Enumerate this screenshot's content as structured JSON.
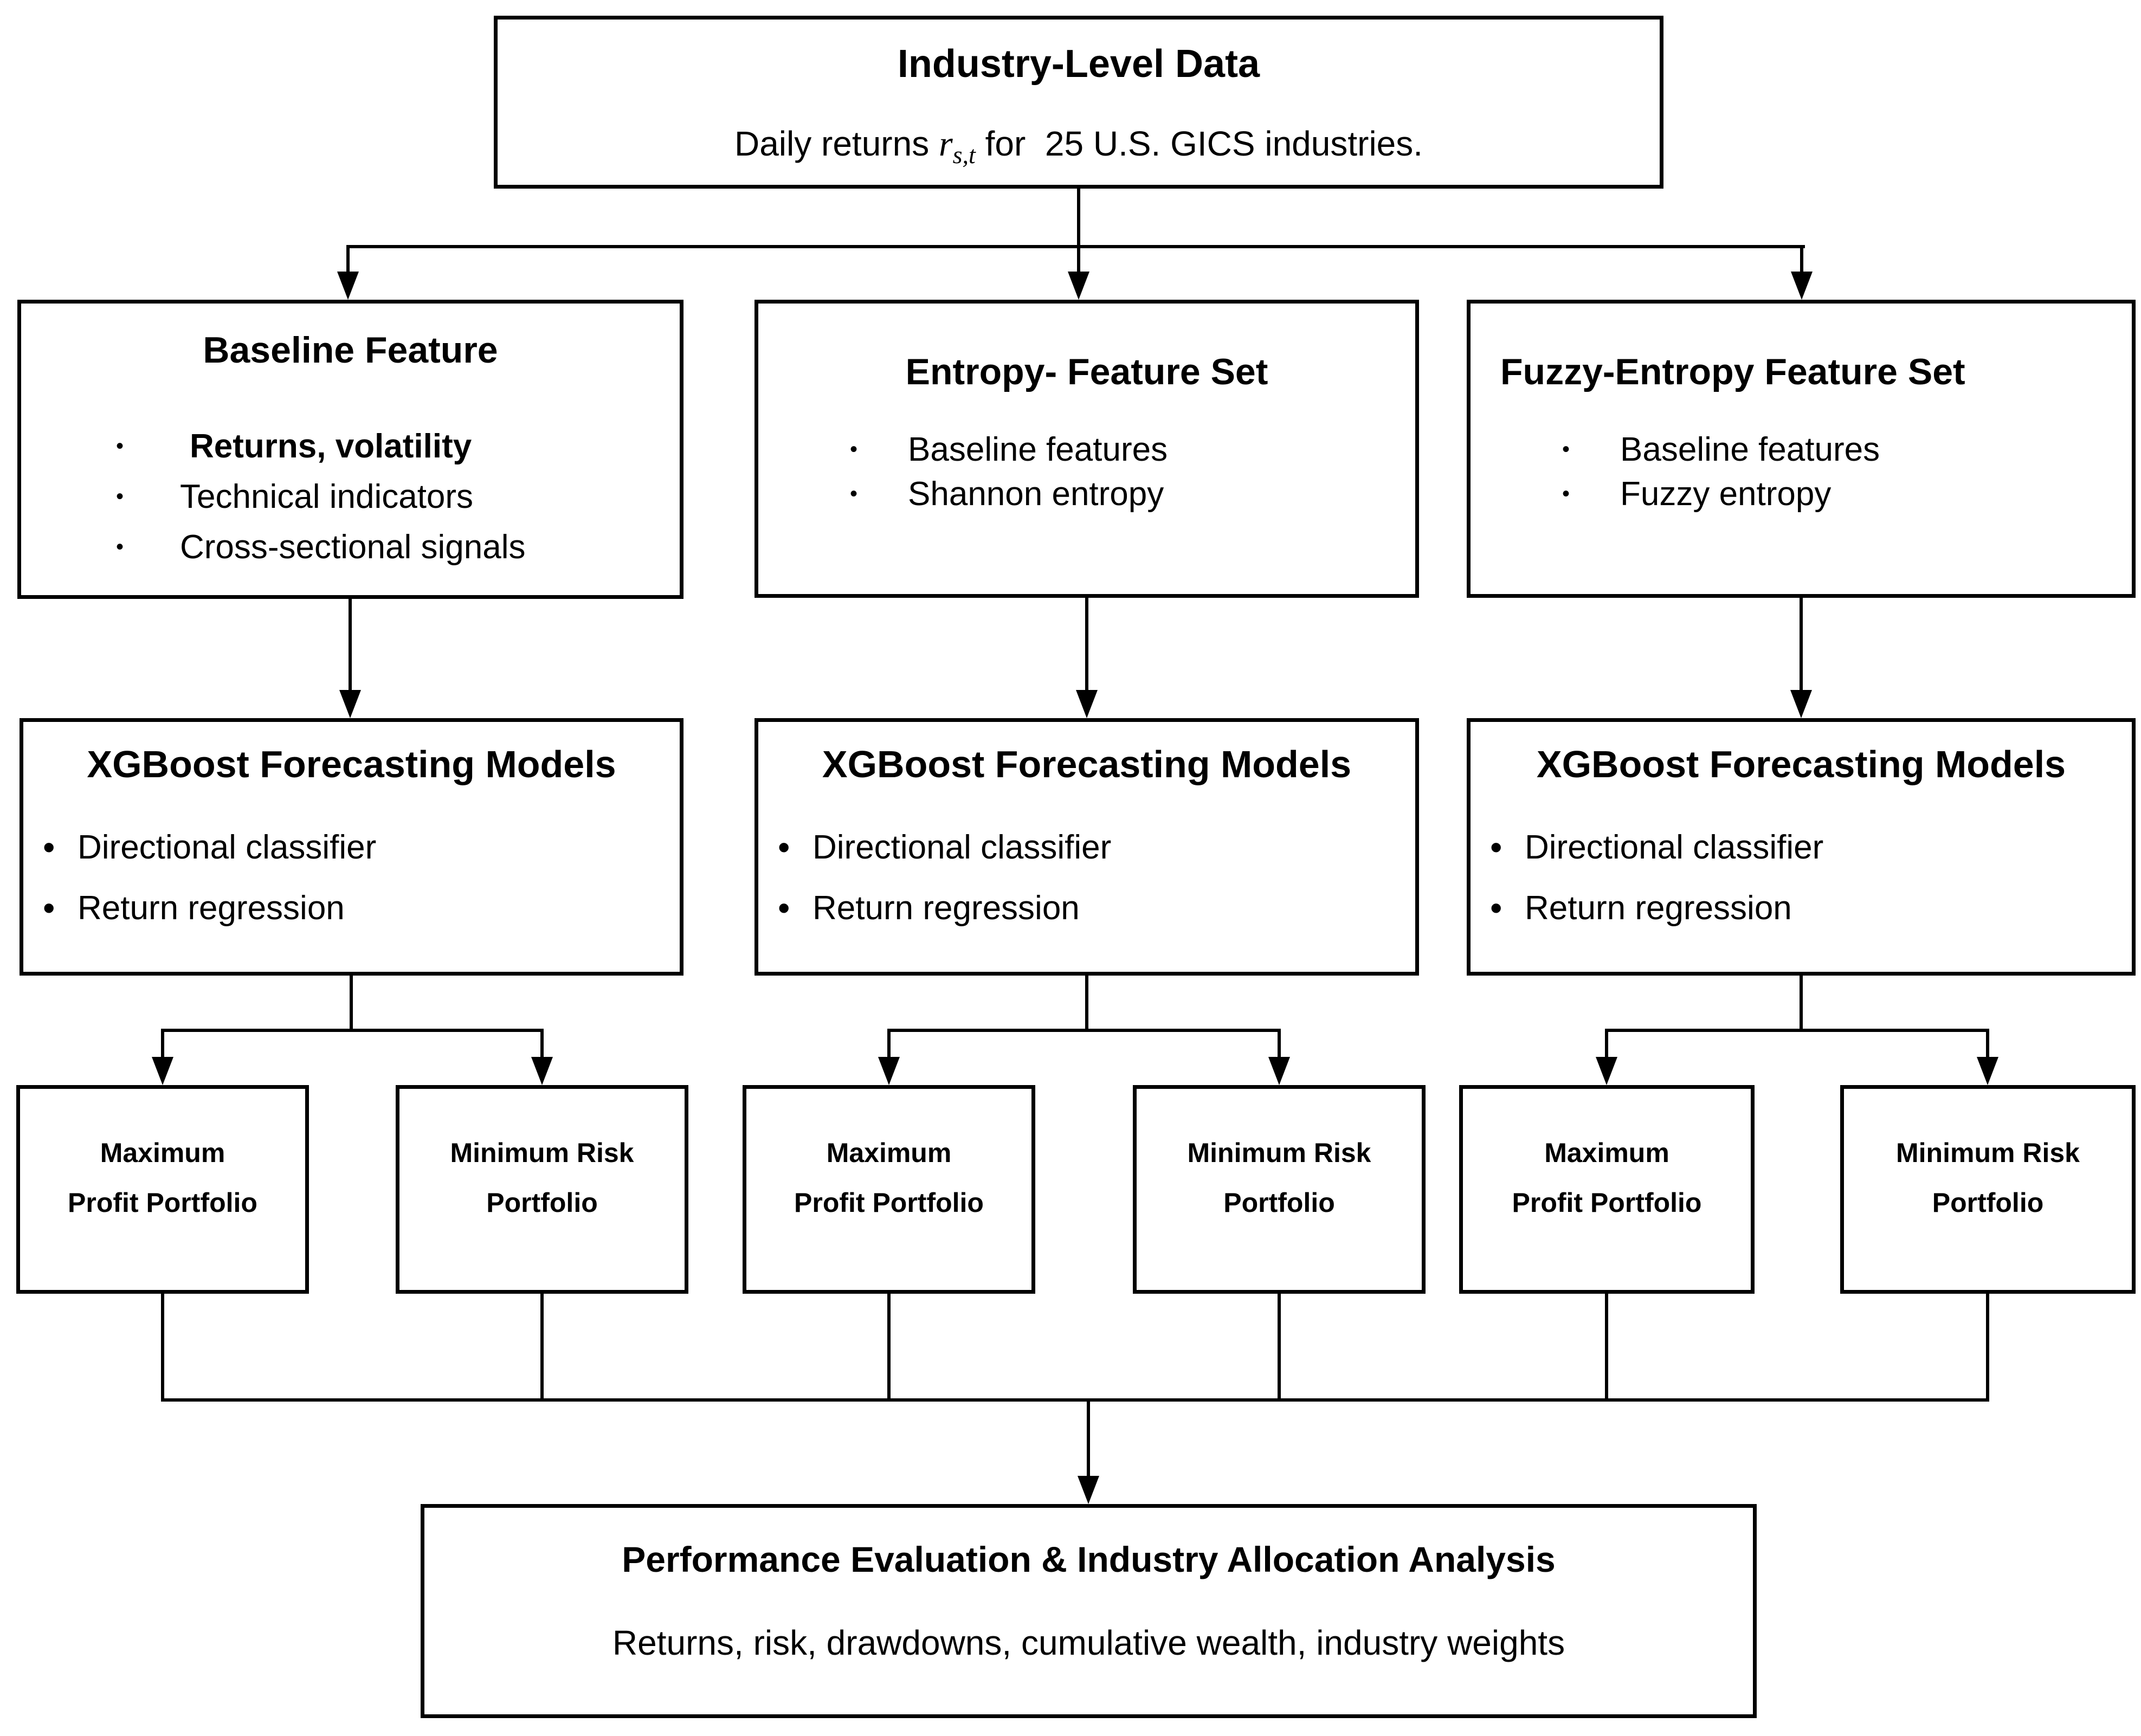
{
  "diagram": {
    "colors": {
      "stroke": "#000000",
      "fill": "#ffffff"
    },
    "top_box": {
      "title": "Industry-Level Data",
      "subtitle_prefix": "Daily returns ",
      "formula_var": "r",
      "formula_subscript": "s,t",
      "subtitle_suffix": " for  25 U.S. GICS industries."
    },
    "feature_boxes": [
      {
        "title": "Baseline Feature",
        "bullet_marker": "•",
        "bullets": [
          "Returns, volatility",
          "Technical indicators",
          "Cross-sectional signals"
        ]
      },
      {
        "title": "Entropy- Feature Set",
        "bullet_marker": "•",
        "bullets": [
          "Baseline features",
          "Shannon entropy"
        ]
      },
      {
        "title": "Fuzzy-Entropy Feature Set",
        "bullet_marker": "•",
        "bullets": [
          "Baseline features",
          "Fuzzy entropy"
        ]
      }
    ],
    "model_boxes": [
      {
        "title": "XGBoost Forecasting Models",
        "bullet_marker": "•",
        "bullets": [
          "Directional classifier",
          "Return regression"
        ]
      },
      {
        "title": "XGBoost Forecasting Models",
        "bullet_marker": "•",
        "bullets": [
          "Directional classifier",
          "Return regression"
        ]
      },
      {
        "title": "XGBoost Forecasting Models",
        "bullet_marker": "•",
        "bullets": [
          "Directional classifier",
          "Return regression"
        ]
      }
    ],
    "portfolio_boxes": [
      {
        "line1": "Maximum",
        "line2": "Profit Portfolio"
      },
      {
        "line1": "Minimum Risk",
        "line2": "Portfolio"
      },
      {
        "line1": "Maximum",
        "line2": "Profit Portfolio"
      },
      {
        "line1": "Minimum Risk",
        "line2": "Portfolio"
      },
      {
        "line1": "Maximum",
        "line2": "Profit Portfolio"
      },
      {
        "line1": "Minimum Risk",
        "line2": "Portfolio"
      }
    ],
    "bottom_box": {
      "title": "Performance Evaluation & Industry Allocation Analysis",
      "subtitle": "Returns, risk, drawdowns, cumulative wealth, industry weights"
    }
  }
}
